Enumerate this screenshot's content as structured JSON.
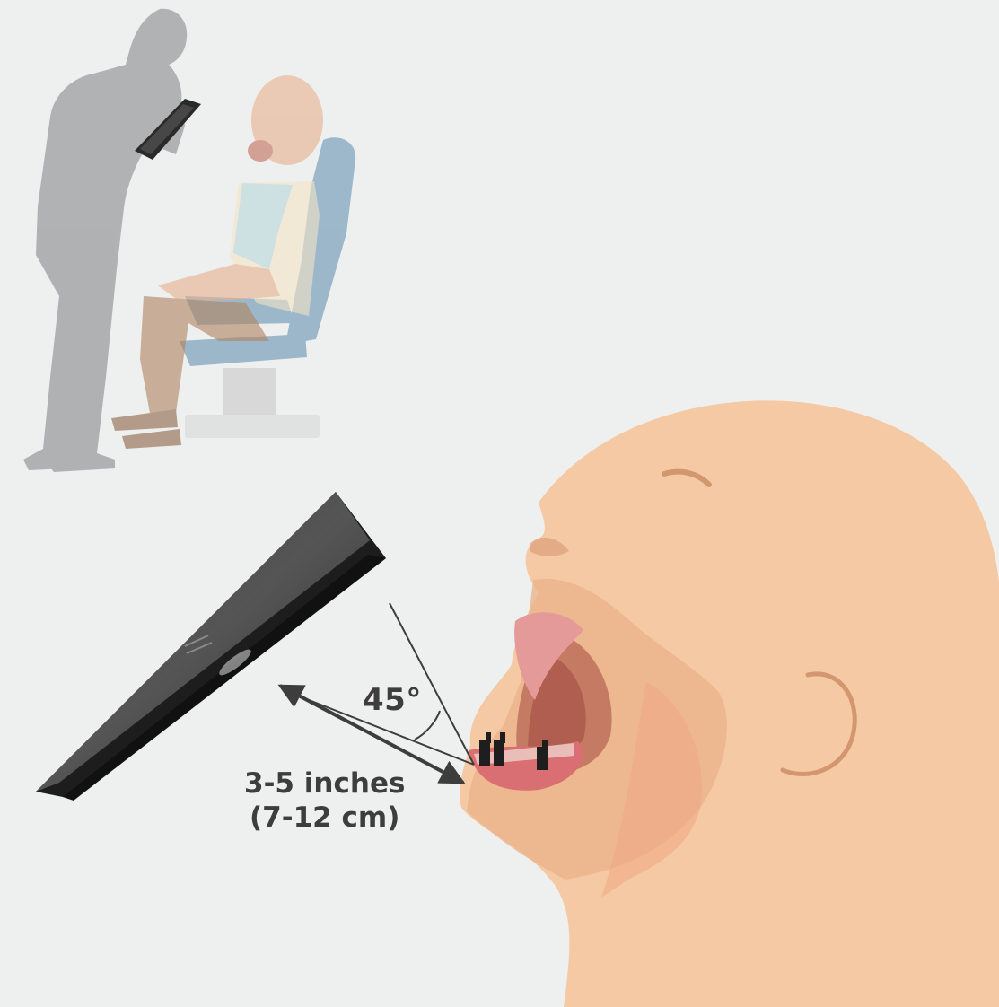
{
  "diagram": {
    "angle_label": "45°",
    "distance_line_1": "3-5 inches",
    "distance_line_2": "(7-12 cm)"
  },
  "colors": {
    "background": "#eeefef",
    "skin": "#f4c9a4",
    "scanner_body": "#2b2b2b",
    "silhouette": "#a8aaab",
    "chair": "#7f9fb5",
    "arrow": "#3d3d3d"
  }
}
